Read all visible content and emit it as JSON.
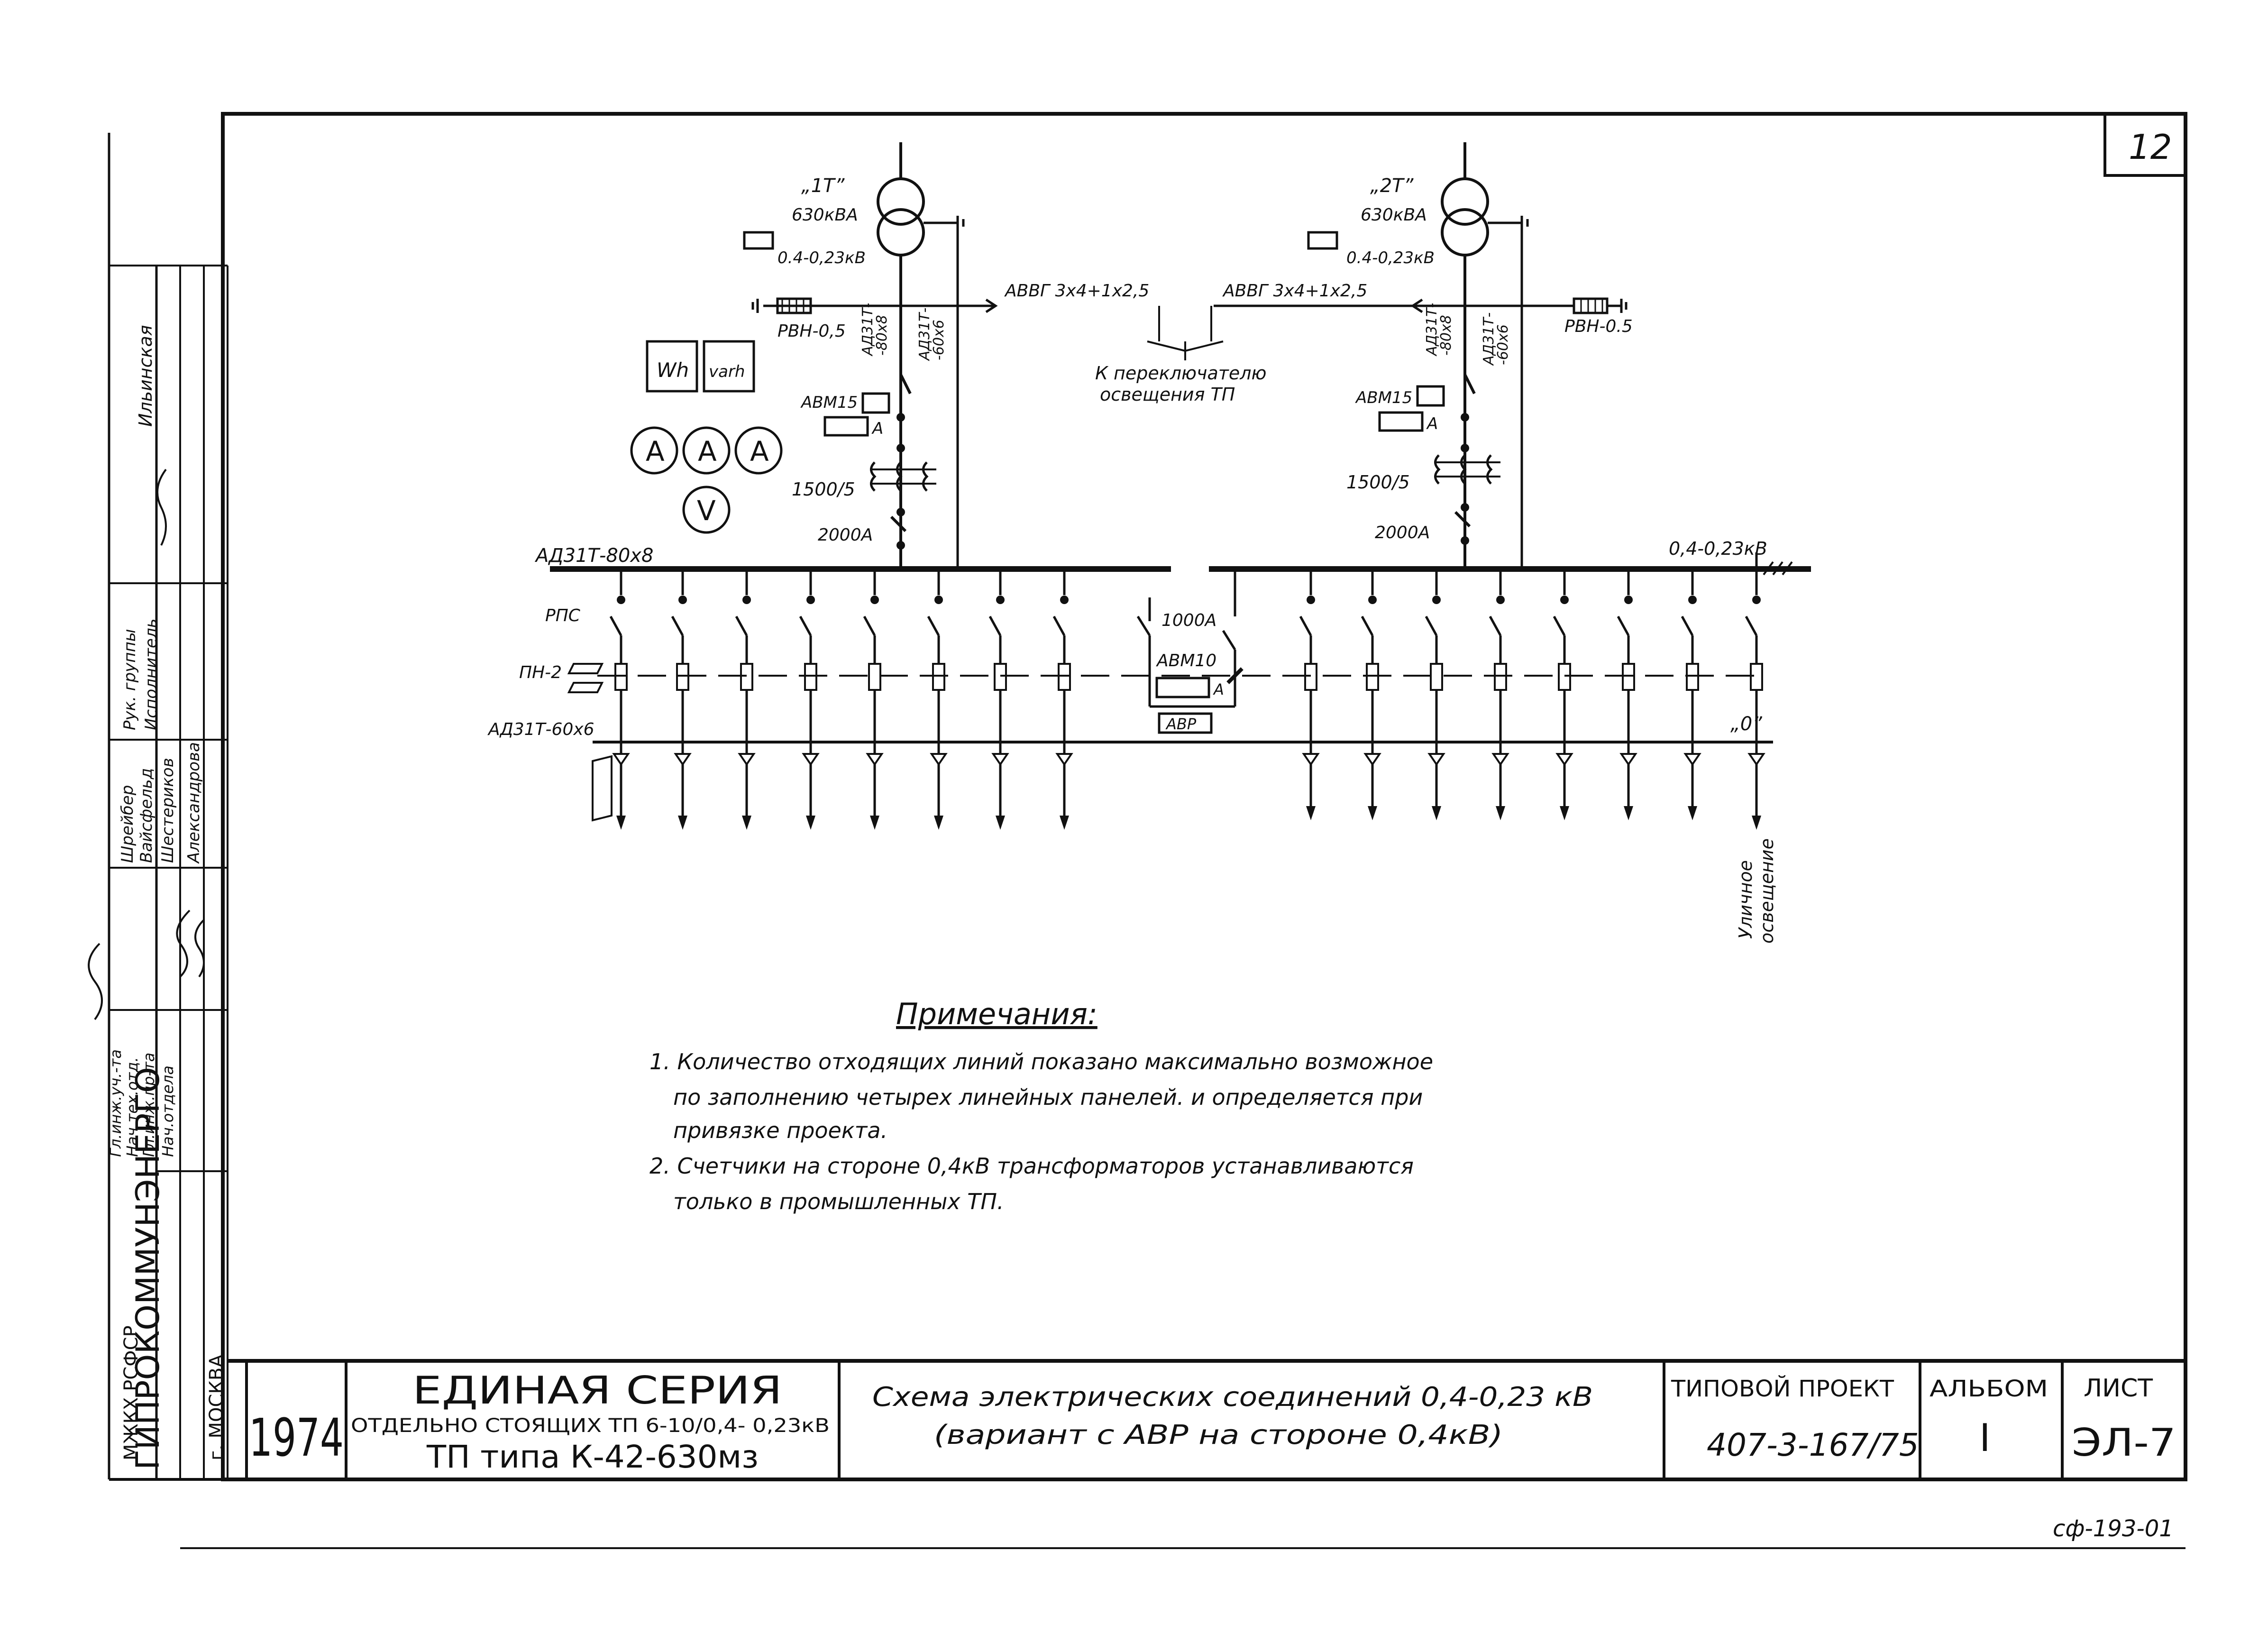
{
  "sheet_number": "12",
  "transformers": [
    {
      "name": "„1T”",
      "rating": "630кВА",
      "voltage": "0.4-0,23кВ"
    },
    {
      "name": "„2T”",
      "rating": "630кВА",
      "voltage": "0.4-0,23кВ"
    }
  ],
  "labels": {
    "cable_left": "АВВГ 3х4+1х2,5",
    "cable_right": "АВВГ 3х4+1х2,5",
    "arrester_left": "РВН-0,5",
    "arrester_right": "РВН-0.5",
    "to_switch_1": "К переключателю",
    "to_switch_2": "освещения ТП",
    "bus_tap_a1": "АД31Т-",
    "bus_tap_a2": "-80х8",
    "bus_tap_b1": "АД31Т-",
    "bus_tap_b2": "-60х6",
    "meter_wh": "Wh",
    "meter_varh": "varh",
    "ammeter": "A",
    "voltmeter": "V",
    "breaker_left": "АВМ15",
    "breaker_right": "АВМ15",
    "breaker_unit": "А",
    "ct_left": "1500/5",
    "ct_right": "1500/5",
    "rating_left": "2000А",
    "rating_right": "2000А",
    "busbar": "АД31Т-80х8",
    "bus_voltage": "0,4-0,23кВ",
    "rps": "РПС",
    "pn2": "ПН-2",
    "neutral_bus": "АД31Т-60х6",
    "rating_1000": "1000А",
    "abm10": "АВМ10",
    "avr": "АВР",
    "neutral": "„0”",
    "street_1": "Уличное",
    "street_2": "освещение"
  },
  "notes": {
    "title": "Примечания:",
    "items": [
      "1. Количество отходящих линий показано максимально возможное",
      "по заполнению четырех линейных панелей. и определяется при",
      "привязке проекта.",
      "2. Счетчики на стороне 0,4кВ трансформаторов устанавливаются",
      "только в промышленных ТП."
    ]
  },
  "title_block": {
    "year": "1974",
    "series_title": "ЕДИНАЯ СЕРИЯ",
    "series_sub": "ОТДЕЛЬНО СТОЯЩИХ ТП 6-10/0,4- 0,23кВ",
    "tp_type": "ТП типа К-42-630мз",
    "drawing_title": "Схема электрических соединений 0,4-0,23 кВ",
    "drawing_sub": "(вариант с АВР на стороне 0,4кВ)",
    "typical_project_label": "ТИПОВОЙ ПРОЕКТ",
    "typical_project_value": "407-3-167/75",
    "album_label": "АЛЬБОМ",
    "album_value": "I",
    "sheet_label": "ЛИСТ",
    "sheet_value": "ЭЛ-7"
  },
  "side_stamp": {
    "ministry": "МЖКХ РСФСР",
    "org": "ГИПРОКОММУНЭНЕРГО",
    "city": "г. МОСКВА",
    "roles": [
      "Гл.инж.уч.-та",
      "Нач.тех.отд.",
      "Гл.инж.пр-та",
      "Нач.отдела"
    ],
    "names": [
      "Шрейбер",
      "Вайсфельд",
      "Шестериков",
      "Александрова"
    ],
    "roles2": [
      "Рук. группы",
      "Исполнитель"
    ],
    "names2": [
      "Ильинская"
    ]
  },
  "doc_code": "сф-193-01"
}
